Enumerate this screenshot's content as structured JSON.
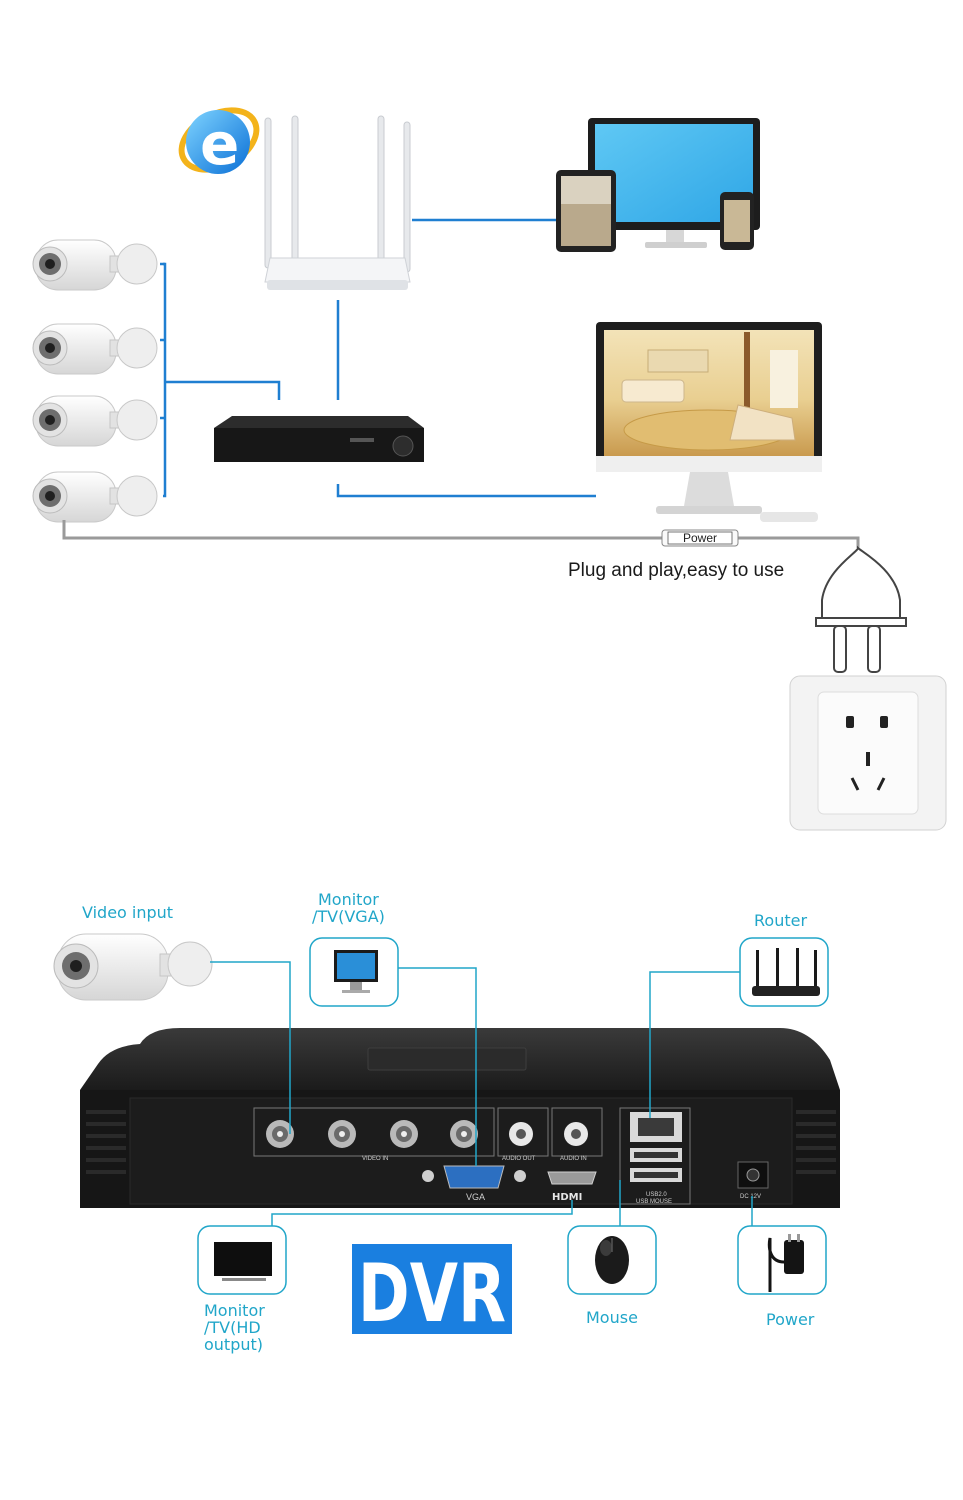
{
  "top": {
    "power_label": "Power",
    "caption": "Plug and play,easy to use",
    "colors": {
      "cable_blue": "#1f7fd1",
      "power_cable": "#9a9a9a"
    }
  },
  "bottom": {
    "labels": {
      "video_input": "Video input",
      "monitor_vga_line1": "Monitor",
      "monitor_vga_line2": "/TV(VGA)",
      "router": "Router",
      "monitor_hd_line1": "Monitor",
      "monitor_hd_line2": "/TV(HD",
      "monitor_hd_line3": "output)",
      "mouse": "Mouse",
      "power": "Power"
    },
    "brand": "DVR",
    "ports": {
      "video_in": "VIDEO IN",
      "audio_out": "AUDIO OUT",
      "audio_in": "AUDIO IN",
      "vga": "VGA",
      "hdmi": "HDMI",
      "usb": "USB2.0",
      "usb_mouse": "USB MOUSE",
      "dc": "DC 12V"
    },
    "colors": {
      "accent": "#21a6c9",
      "brand_blue": "#1a7fe0"
    }
  }
}
